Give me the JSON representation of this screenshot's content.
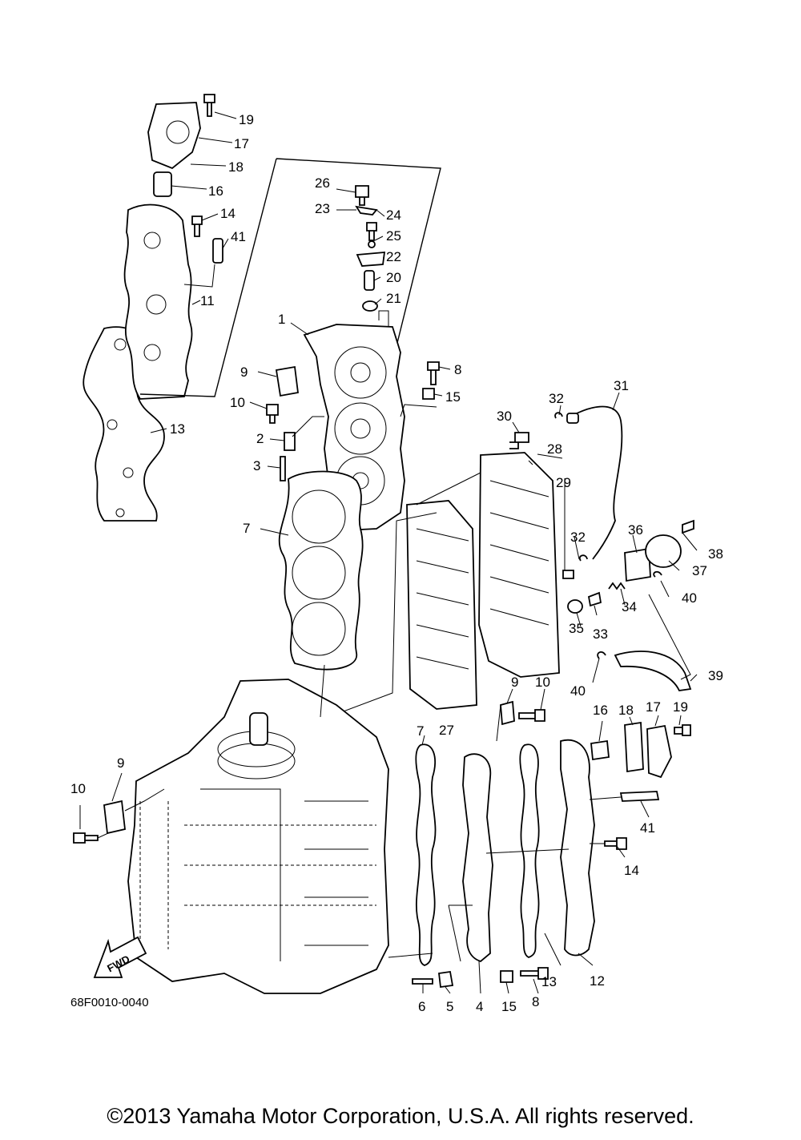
{
  "diagram": {
    "code": "68F0010-0040",
    "fwd_label": "FWD",
    "callouts": [
      {
        "id": "c19a",
        "label": "19"
      },
      {
        "id": "c17a",
        "label": "17"
      },
      {
        "id": "c18a",
        "label": "18"
      },
      {
        "id": "c16a",
        "label": "16"
      },
      {
        "id": "c14a",
        "label": "14"
      },
      {
        "id": "c41a",
        "label": "41"
      },
      {
        "id": "c11",
        "label": "11"
      },
      {
        "id": "c13a",
        "label": "13"
      },
      {
        "id": "c26",
        "label": "26"
      },
      {
        "id": "c23",
        "label": "23"
      },
      {
        "id": "c24",
        "label": "24"
      },
      {
        "id": "c25",
        "label": "25"
      },
      {
        "id": "c22",
        "label": "22"
      },
      {
        "id": "c20",
        "label": "20"
      },
      {
        "id": "c21",
        "label": "21"
      },
      {
        "id": "c1",
        "label": "1"
      },
      {
        "id": "c9a",
        "label": "9"
      },
      {
        "id": "c10a",
        "label": "10"
      },
      {
        "id": "c8a",
        "label": "8"
      },
      {
        "id": "c15a",
        "label": "15"
      },
      {
        "id": "c2",
        "label": "2"
      },
      {
        "id": "c3",
        "label": "3"
      },
      {
        "id": "c7a",
        "label": "7"
      },
      {
        "id": "c32a",
        "label": "32"
      },
      {
        "id": "c31",
        "label": "31"
      },
      {
        "id": "c30",
        "label": "30"
      },
      {
        "id": "c28",
        "label": "28"
      },
      {
        "id": "c29",
        "label": "29"
      },
      {
        "id": "c32b",
        "label": "32"
      },
      {
        "id": "c36",
        "label": "36"
      },
      {
        "id": "c38",
        "label": "38"
      },
      {
        "id": "c37",
        "label": "37"
      },
      {
        "id": "c34",
        "label": "34"
      },
      {
        "id": "c40a",
        "label": "40"
      },
      {
        "id": "c35",
        "label": "35"
      },
      {
        "id": "c33",
        "label": "33"
      },
      {
        "id": "c39",
        "label": "39"
      },
      {
        "id": "c40b",
        "label": "40"
      },
      {
        "id": "c9b",
        "label": "9"
      },
      {
        "id": "c10b",
        "label": "10"
      },
      {
        "id": "c16b",
        "label": "16"
      },
      {
        "id": "c18b",
        "label": "18"
      },
      {
        "id": "c17b",
        "label": "17"
      },
      {
        "id": "c19b",
        "label": "19"
      },
      {
        "id": "c27",
        "label": "27"
      },
      {
        "id": "c7b",
        "label": "7"
      },
      {
        "id": "c9c",
        "label": "9"
      },
      {
        "id": "c10c",
        "label": "10"
      },
      {
        "id": "c41b",
        "label": "41"
      },
      {
        "id": "c14b",
        "label": "14"
      },
      {
        "id": "c6",
        "label": "6"
      },
      {
        "id": "c5",
        "label": "5"
      },
      {
        "id": "c4",
        "label": "4"
      },
      {
        "id": "c15b",
        "label": "15"
      },
      {
        "id": "c8b",
        "label": "8"
      },
      {
        "id": "c13b",
        "label": "13"
      },
      {
        "id": "c12",
        "label": "12"
      }
    ]
  },
  "footer": {
    "copyright": "©2013 Yamaha Motor Corporation, U.S.A. All rights reserved."
  }
}
